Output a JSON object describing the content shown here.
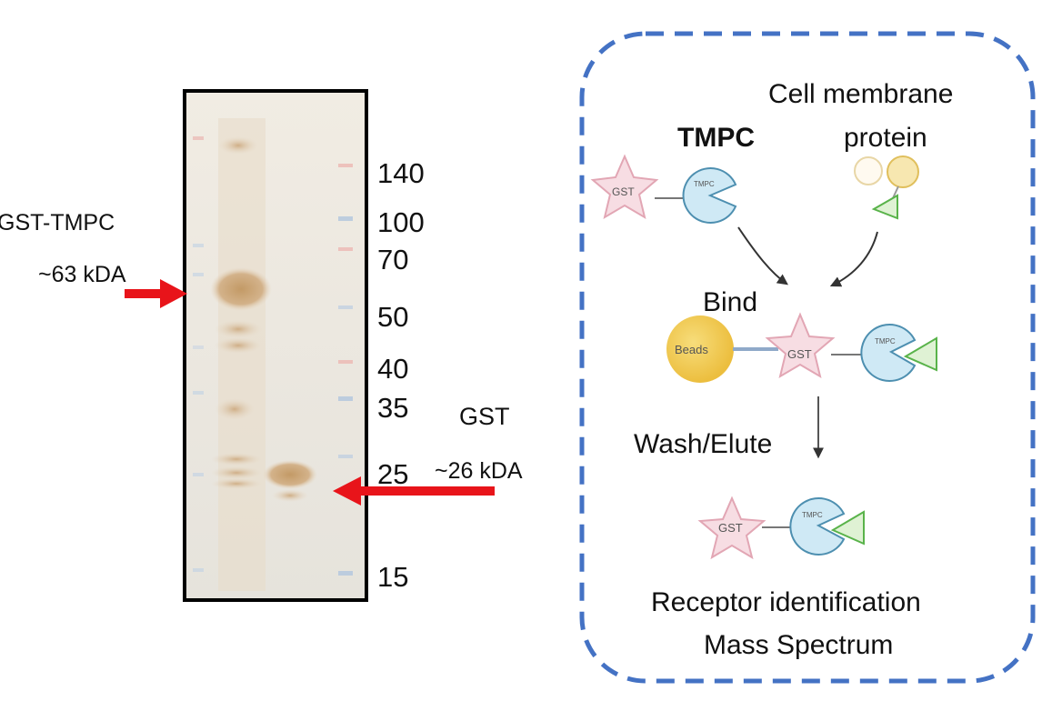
{
  "gel": {
    "markers": [
      "140",
      "100",
      "70",
      "50",
      "40",
      "35",
      "25",
      "15"
    ],
    "left_label": {
      "name": "GST-TMPC",
      "size": "~63 kDA"
    },
    "right_label": {
      "name": "GST",
      "size": "~26 kDA"
    }
  },
  "workflow": {
    "tmpc_label": "TMPC",
    "membrane_label_line1": "Cell membrane",
    "membrane_label_line2": "protein",
    "bind_label": "Bind",
    "wash_label": "Wash/Elute",
    "result_line1": "Receptor identification",
    "result_line2": "Mass Spectrum",
    "gst_tag": "GST",
    "tmpc_tag": "TMPC",
    "beads_tag": "Beads"
  },
  "colors": {
    "arrow": "#e8141a",
    "dashed_border": "#4472c4",
    "star_fill": "#f7dde3",
    "star_stroke": "#e2a6b4",
    "pacman_fill": "#cfe9f5",
    "pacman_stroke": "#4d8fb0",
    "triangle_fill": "#dff2d4",
    "triangle_stroke": "#59b34a",
    "bead_fill": "#f3cc55"
  }
}
